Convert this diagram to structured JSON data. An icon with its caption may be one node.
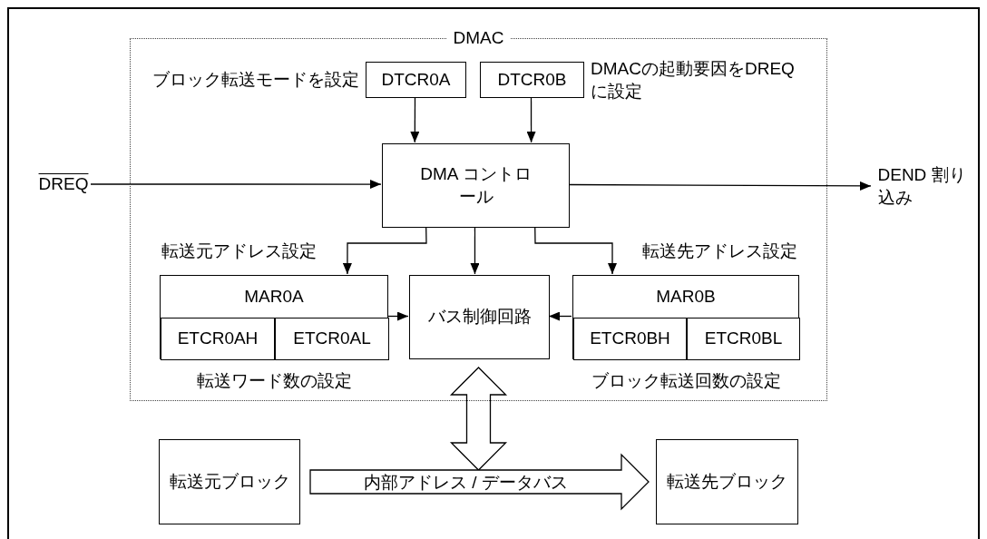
{
  "diagram": {
    "nodes": [
      {
        "text": [
          "DMAC"
        ]
      },
      {
        "text": [
          "DTCR0A"
        ],
        "in": 0,
        "beside": [
          "ブロック転送モードを設定"
        ]
      },
      {
        "text": [
          "DTCR0B"
        ],
        "in": 0,
        "beside": [
          "DMACの起動要因をDREQに設定"
        ]
      },
      {
        "text": [
          "DMA コントロール"
        ],
        "in": 0
      },
      {
        "text": [
          "MAR0A"
        ],
        "in": 0,
        "beside": [
          "転送元アドレス設定",
          "転送ワード数の設定"
        ]
      },
      {
        "text": [
          "ETCR0AH"
        ],
        "in": 4
      },
      {
        "text": [
          "ETCR0AL"
        ],
        "in": 4
      },
      {
        "text": [
          "バス制御回路"
        ],
        "in": 0
      },
      {
        "text": [
          "MAR0B"
        ],
        "in": 0,
        "beside": [
          "転送先アドレス設定",
          "ブロック転送回数の設定"
        ]
      },
      {
        "text": [
          "ETCR0BH"
        ],
        "in": 8
      },
      {
        "text": [
          "ETCR0BL"
        ],
        "in": 8
      },
      {
        "text": [
          "DREQ"
        ]
      },
      {
        "text": [
          "DEND 割り込み"
        ]
      },
      {
        "text": [
          "転送元ブロック"
        ]
      },
      {
        "text": [
          "転送先ブロック"
        ]
      }
    ],
    "edges": [
      {
        "from": 11,
        "to": 3,
        "arrow": "to"
      },
      {
        "from": 3,
        "to": 12,
        "arrow": "to"
      },
      {
        "from": 1,
        "to": 3,
        "arrow": "to"
      },
      {
        "from": 2,
        "to": 3,
        "arrow": "to"
      },
      {
        "from": 3,
        "to": 4,
        "arrow": "to"
      },
      {
        "from": 3,
        "to": 7,
        "arrow": "to"
      },
      {
        "from": 3,
        "to": 8,
        "arrow": "to"
      },
      {
        "from": 4,
        "to": 7,
        "arrow": "to"
      },
      {
        "from": 8,
        "to": 7,
        "arrow": "to"
      },
      {
        "from": 7,
        "to": null,
        "arrow": "both",
        "style": "thick"
      },
      {
        "from": 13,
        "to": 14,
        "arrow": "to",
        "style": "thick",
        "label": "内部アドレス / データバス"
      }
    ]
  }
}
